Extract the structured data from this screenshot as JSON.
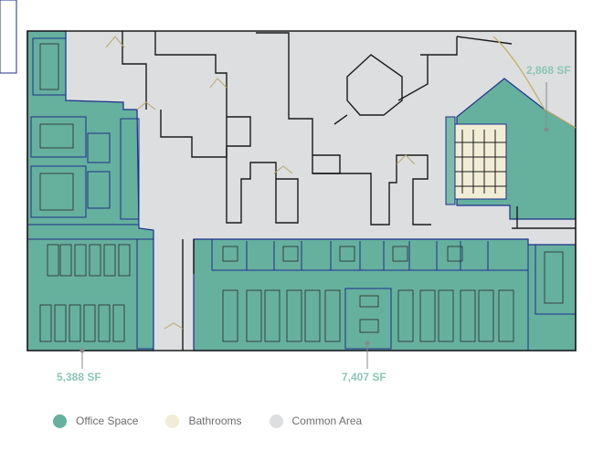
{
  "areas": {
    "north_east": "2,868 SF",
    "west": "5,388 SF",
    "south": "7,407 SF"
  },
  "legend": [
    {
      "label": "Office Space",
      "color": "#66b09e"
    },
    {
      "label": "Bathrooms",
      "color": "#f1ecd5"
    },
    {
      "label": "Common Area",
      "color": "#dcdedf"
    }
  ],
  "colors": {
    "office": "#66b09e",
    "office_light": "#7dbcab",
    "bathroom": "#f1ecd5",
    "common": "#dcdedf",
    "wall": "#1b1b1b",
    "partition": "#1d2f8c",
    "label": "#8cc6b6"
  }
}
